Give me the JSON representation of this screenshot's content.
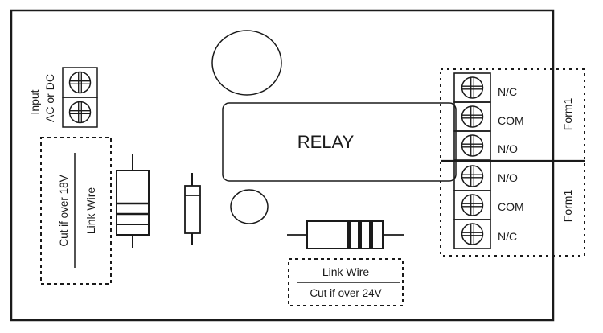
{
  "diagram": {
    "type": "relay-board-wiring-layout",
    "relay_label": "RELAY",
    "input": {
      "label_line1": "Input",
      "label_line2": "AC or DC",
      "terminal_count": 2
    },
    "left_link": {
      "top_text": "Cut if over 18V",
      "bottom_text": "Link Wire"
    },
    "bottom_link": {
      "top_text": "Link Wire",
      "bottom_text": "Cut if over 24V"
    },
    "outputs": [
      {
        "group_label": "Form1",
        "terminals": [
          {
            "label": "N/C"
          },
          {
            "label": "COM"
          },
          {
            "label": "N/O"
          }
        ]
      },
      {
        "group_label": "Form1",
        "terminals": [
          {
            "label": "N/O"
          },
          {
            "label": "COM"
          },
          {
            "label": "N/C"
          }
        ]
      }
    ]
  }
}
